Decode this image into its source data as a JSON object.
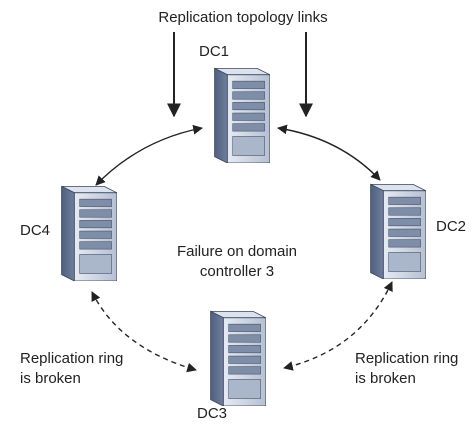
{
  "title": "Replication topology links",
  "servers": [
    {
      "id": "dc1",
      "label": "DC1"
    },
    {
      "id": "dc2",
      "label": "DC2"
    },
    {
      "id": "dc3",
      "label": "DC3"
    },
    {
      "id": "dc4",
      "label": "DC4"
    }
  ],
  "failure_note": {
    "line1": "Failure on domain",
    "line2": "controller 3"
  },
  "broken_left": {
    "line1": "Replication ring",
    "line2": "is broken"
  },
  "broken_right": {
    "line1": "Replication ring",
    "line2": "is broken"
  },
  "colors": {
    "server_light": "#c9d3e3",
    "server_dark": "#5d6d8a",
    "server_edge": "#3b475c",
    "line": "#222222"
  }
}
